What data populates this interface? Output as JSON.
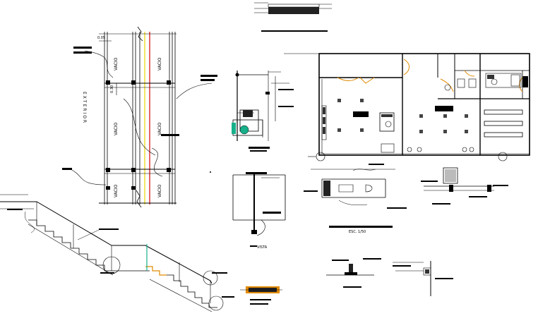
{
  "labels": {
    "exterior": "EXTERIOR",
    "vacio_1": "VACIO",
    "vacio_2": "VACIO",
    "vacio_3": "VACIO",
    "vacio_4": "VACIO",
    "vacio_5": "VACIO",
    "vacio_6": "VACIO",
    "dim_top": "0.05",
    "dim_mid": "0.30",
    "scale": "ESC. 1/50",
    "vista": "VISTA"
  },
  "colors": {
    "line": "#000000",
    "yellow_line": "#e8d400",
    "red_line": "#d40000",
    "door_swing": "#e08a00",
    "green_element": "#17b08a",
    "orange_steps": "#e08a00"
  }
}
